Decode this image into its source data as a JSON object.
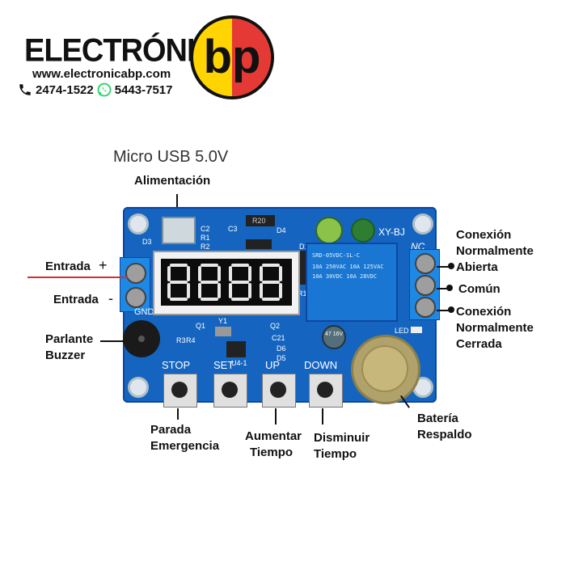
{
  "header": {
    "brand": "ELECTRÓNICA",
    "logo_text": "bp",
    "website": "www.electronicabp.com",
    "phone1": "2474-1522",
    "phone2": "5443-7517"
  },
  "title": "Micro USB 5.0V",
  "labels": {
    "alimentacion": "Alimentación",
    "entrada_pos": "Entrada",
    "entrada_pos_sign": "+",
    "entrada_neg": "Entrada",
    "entrada_neg_sign": "-",
    "parlante_1": "Parlante",
    "parlante_2": "Buzzer",
    "parada_1": "Parada",
    "parada_2": "Emergencia",
    "aumentar_1": "Aumentar",
    "aumentar_2": "Tiempo",
    "disminuir_1": "Disminuir",
    "disminuir_2": "Tiempo",
    "bateria_1": "Batería",
    "bateria_2": "Respaldo",
    "no_1": "Conexión",
    "no_2": "Normalmente",
    "no_3": "Abierta",
    "comun": "Común",
    "nc_1": "Conexión",
    "nc_2": "Normalmente",
    "nc_3": "Cerrada"
  },
  "board": {
    "buttons": [
      "STOP",
      "SET",
      "UP",
      "DOWN"
    ],
    "model": "XY-BJ",
    "nc": "NC",
    "gnd": "GND",
    "led": "LED",
    "relay_lines": [
      "SRD-05VDC-SL-C",
      "10A 250VAC 10A 125VAC",
      "10A 30VDC 10A 28VDC"
    ],
    "cap_label": "47 16V",
    "silk": [
      "D3",
      "C2",
      "R1",
      "R2",
      "C3",
      "R20",
      "D4",
      "D1",
      "R17",
      "Q1",
      "R3",
      "R4",
      "Q2",
      "U4-1",
      "C21",
      "D6",
      "D5",
      "Y1"
    ]
  },
  "colors": {
    "board": "#1565c0",
    "logo_yellow": "#ffd400",
    "logo_red": "#e53935",
    "lead_red": "#d32f2f",
    "whatsapp": "#25d366"
  }
}
